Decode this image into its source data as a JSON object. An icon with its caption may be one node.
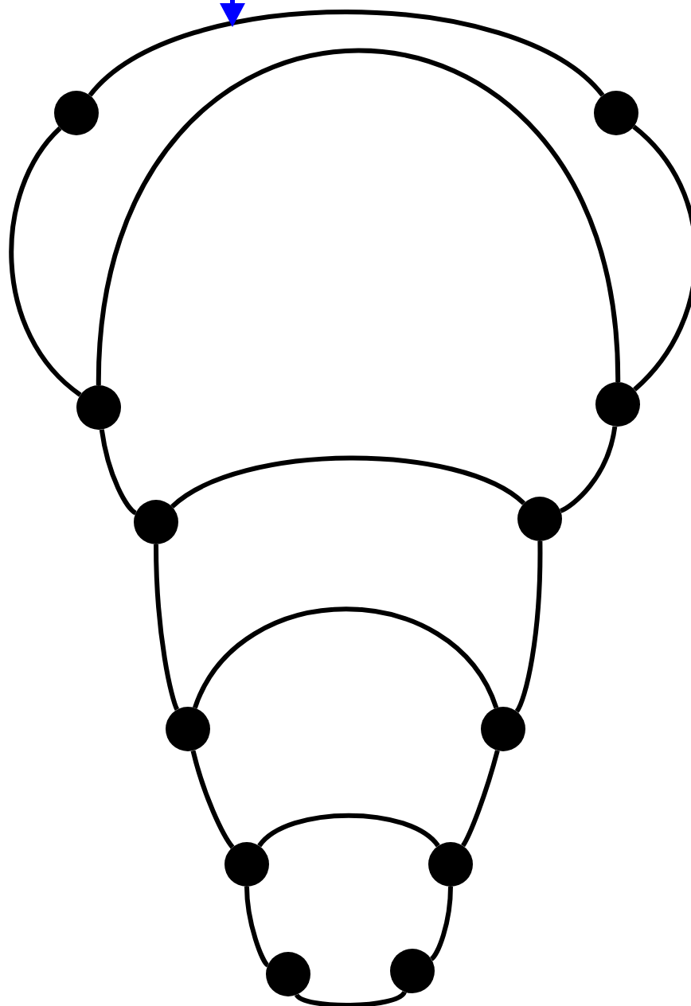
{
  "diagram": {
    "nodes": [
      {
        "text": [],
        "shape": "circle"
      },
      {
        "text": [],
        "shape": "circle"
      },
      {
        "text": [],
        "shape": "circle"
      },
      {
        "text": [],
        "shape": "circle"
      },
      {
        "text": [],
        "shape": "circle"
      },
      {
        "text": [],
        "shape": "circle"
      },
      {
        "text": [],
        "shape": "circle"
      },
      {
        "text": [],
        "shape": "circle"
      },
      {
        "text": [],
        "shape": "circle"
      },
      {
        "text": [],
        "shape": "circle"
      },
      {
        "text": [],
        "shape": "circle"
      },
      {
        "text": [],
        "shape": "circle"
      }
    ],
    "edges": [
      {
        "from": 0,
        "to": 1,
        "arrow": "none"
      },
      {
        "from": 0,
        "to": 2,
        "arrow": "none"
      },
      {
        "from": 1,
        "to": 3,
        "arrow": "none"
      },
      {
        "from": 2,
        "to": 3,
        "arrow": "none"
      },
      {
        "from": 2,
        "to": 4,
        "arrow": "none"
      },
      {
        "from": 3,
        "to": 5,
        "arrow": "none"
      },
      {
        "from": 4,
        "to": 5,
        "arrow": "none"
      },
      {
        "from": 4,
        "to": 6,
        "arrow": "none"
      },
      {
        "from": 5,
        "to": 7,
        "arrow": "none"
      },
      {
        "from": 6,
        "to": 7,
        "arrow": "none"
      },
      {
        "from": 6,
        "to": 8,
        "arrow": "none"
      },
      {
        "from": 7,
        "to": 9,
        "arrow": "none"
      },
      {
        "from": 8,
        "to": 9,
        "arrow": "none"
      },
      {
        "from": 8,
        "to": 10,
        "arrow": "none"
      },
      {
        "from": 9,
        "to": 11,
        "arrow": "none"
      },
      {
        "from": 10,
        "to": 11,
        "arrow": "none"
      }
    ]
  }
}
